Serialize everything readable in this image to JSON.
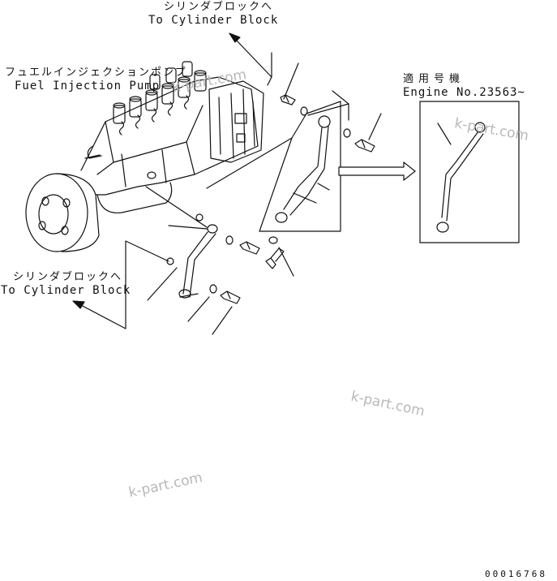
{
  "labels": {
    "top_jp": "シリンダブロックへ",
    "top_en": "To Cylinder Block",
    "pump_jp": "フュエルインジェクションポンプ",
    "pump_en": "Fuel Injection Pump",
    "left_jp": "シリンダブロックへ",
    "left_en": "To Cylinder Block",
    "serial_jp": "適用号機",
    "serial_en": "Engine No.23563~"
  },
  "watermarks": [
    "k-part.com",
    "k-part.com",
    "k-part.com",
    "k-part.com"
  ],
  "doc_id": "00016768",
  "colors": {
    "ink": "#111111",
    "watermark": "#b8b8b8",
    "background": "#ffffff"
  },
  "icons": [
    "arrow-left-icon",
    "arrow-right-icon"
  ]
}
